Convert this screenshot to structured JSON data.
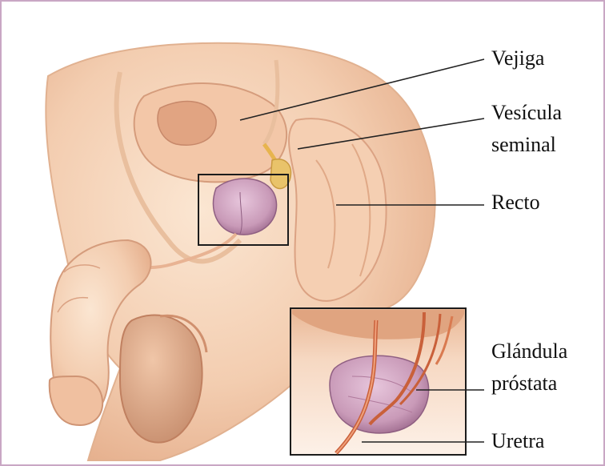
{
  "labels": {
    "bladder": "Vejiga",
    "seminal_vesicle_line1": "Vesícula",
    "seminal_vesicle_line2": "seminal",
    "rectum": "Recto",
    "gland_line1": "Glándula",
    "gland_line2": "próstata",
    "urethra": "Uretra"
  },
  "colors": {
    "frame": "#c9a7c4",
    "skin_light": "#f8dcc4",
    "skin_mid": "#efc1a0",
    "skin_dark": "#d99b7a",
    "outline": "#c98a6a",
    "prostate": "#b98aa8",
    "prostate_dark": "#8f5f82",
    "vessel": "#d57a4a",
    "leader": "#222222"
  }
}
